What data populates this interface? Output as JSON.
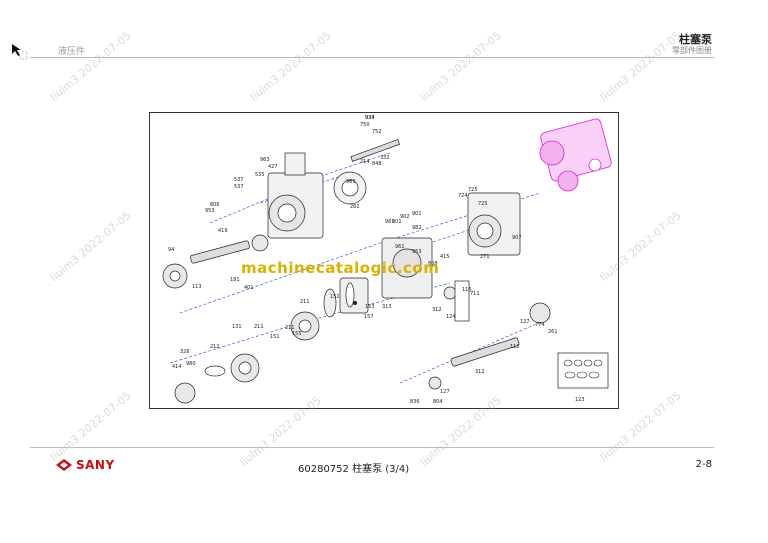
{
  "header": {
    "section_left": "液压件",
    "title": "柱塞泵",
    "subtitle": "零部件图册"
  },
  "footer": {
    "brand": "SANY",
    "doc": "60280752  柱塞泵  (3/4)",
    "page": "2-8"
  },
  "drawing": {
    "watermark_site": "machinecatalogic.com",
    "part_numbers": [
      "934",
      "750",
      "752",
      "332",
      "848",
      "214",
      "902",
      "981",
      "963",
      "427",
      "535",
      "537",
      "537",
      "806",
      "953",
      "419",
      "969",
      "261",
      "725",
      "724",
      "725",
      "907",
      "901",
      "801",
      "982",
      "961",
      "953",
      "271",
      "415",
      "808",
      "94",
      "113",
      "181",
      "401",
      "211",
      "151",
      "153",
      "157",
      "313",
      "312",
      "124",
      "116",
      "711",
      "326",
      "414",
      "980",
      "212",
      "131",
      "211",
      "151",
      "211",
      "155",
      "312",
      "111",
      "127",
      "774",
      "261",
      "836",
      "804",
      "127",
      "123",
      "927"
    ]
  },
  "watermarks": {
    "text": "liulm3 2022-07-05"
  },
  "colors": {
    "brand_red": "#c40f15",
    "highlight_magenta": "#e21be0",
    "watermark_yellow": "#d9b100"
  }
}
